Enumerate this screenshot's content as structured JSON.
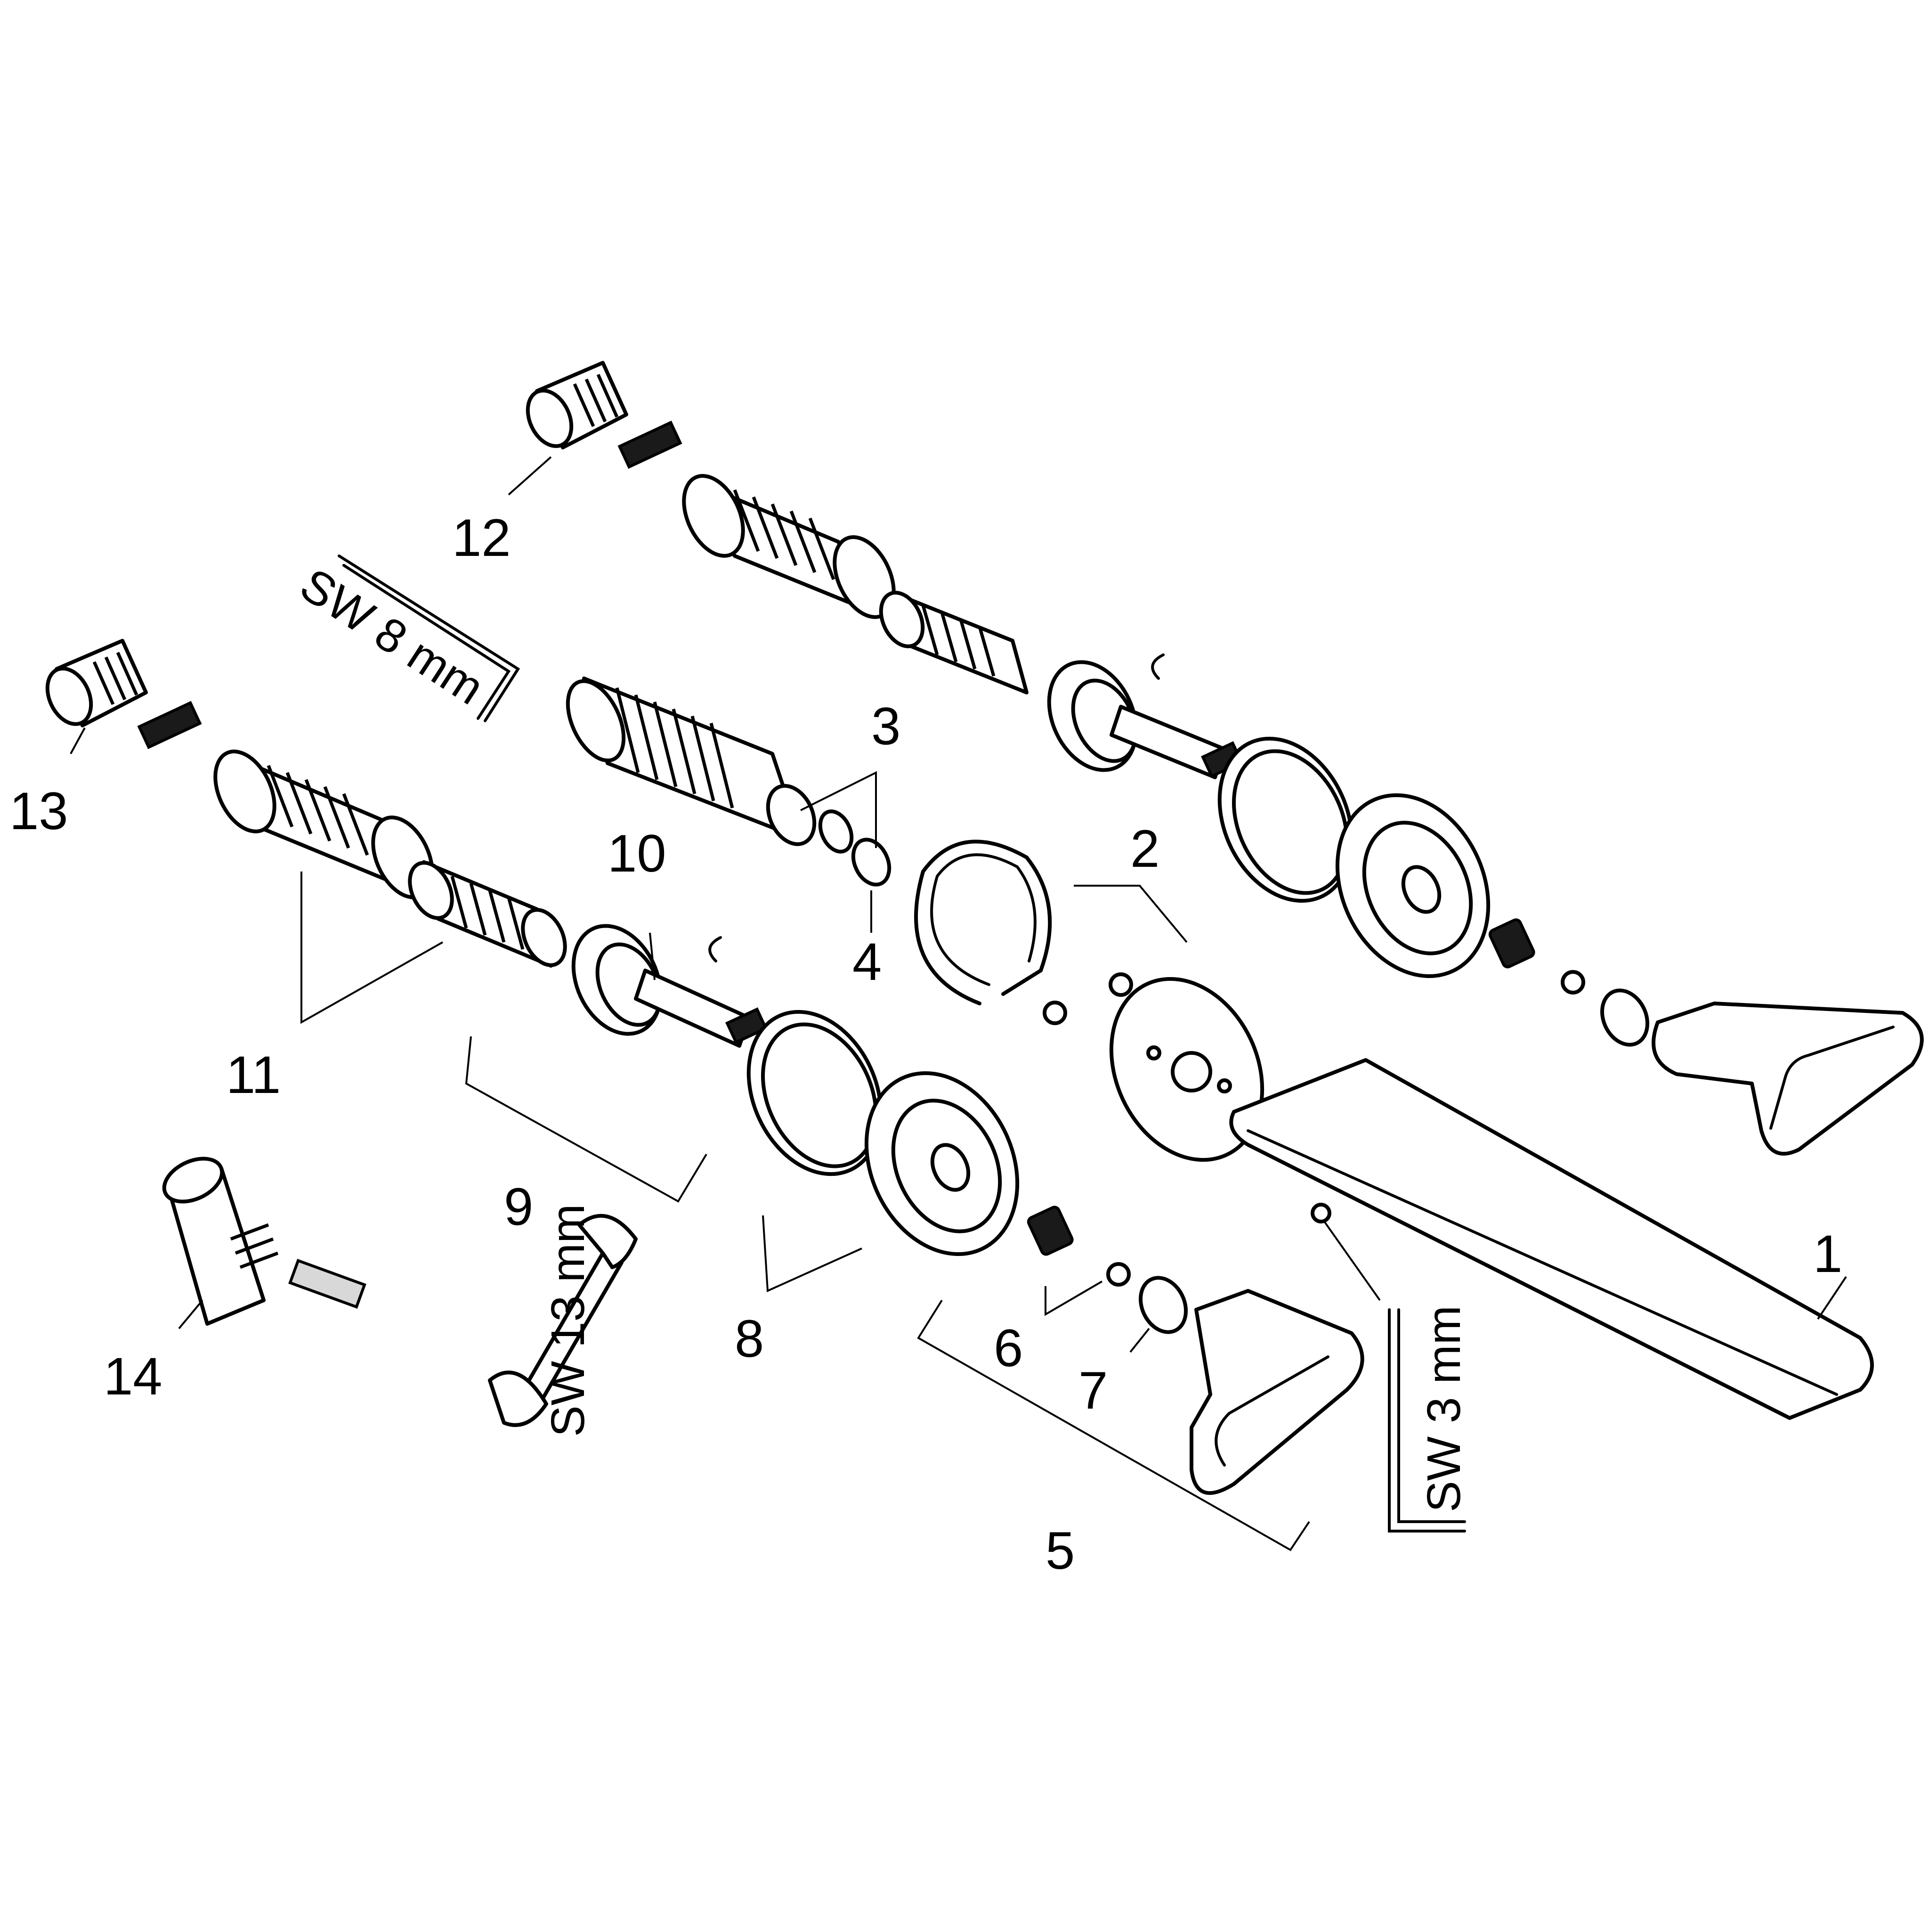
{
  "diagram": {
    "part_numbers": [
      "1",
      "2",
      "3",
      "4",
      "5",
      "6",
      "7",
      "8",
      "9",
      "10",
      "11",
      "12",
      "13",
      "14"
    ],
    "tool_labels": {
      "hex_key_8": "SW 8 mm",
      "wrench_13": "SW 13 mm",
      "hex_key_3": "SW 3 mm"
    }
  }
}
